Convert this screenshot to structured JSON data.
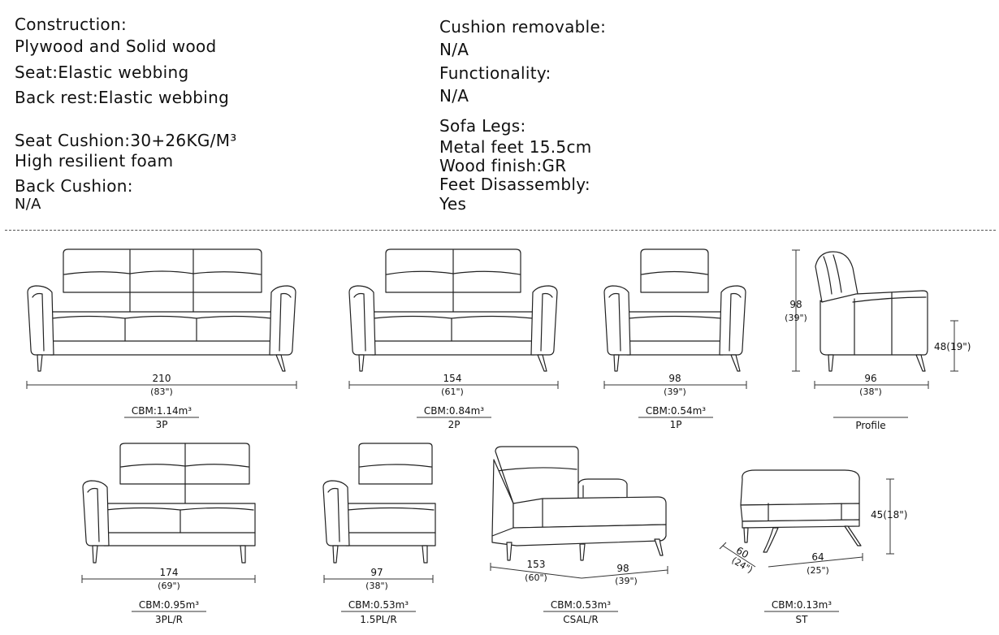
{
  "specs": {
    "construction_label": "Construction:",
    "construction_value": "Plywood and Solid wood",
    "seat": "Seat:Elastic webbing",
    "back_rest": "Back rest:Elastic webbing",
    "seat_cushion": "Seat Cushion:30+26KG/M³",
    "seat_cushion_foam": "High resilient foam",
    "back_cushion_label": "Back Cushion:",
    "back_cushion_value": "N/A",
    "cushion_removable_label": "Cushion removable:",
    "cushion_removable_value": "N/A",
    "functionality_label": "Functionality:",
    "functionality_value": "N/A",
    "sofa_legs_label": "Sofa Legs:",
    "sofa_legs_feet": "Metal feet 15.5cm",
    "wood_finish": "Wood finish:GR",
    "feet_disassembly_label": "Feet Disassembly:",
    "feet_disassembly_value": "Yes"
  },
  "items": {
    "p3": {
      "w": "210",
      "w_in": "(83\")",
      "cbm": "CBM:1.14m³",
      "code": "3P"
    },
    "p2": {
      "w": "154",
      "w_in": "(61\")",
      "cbm": "CBM:0.84m³",
      "code": "2P"
    },
    "p1": {
      "w": "98",
      "w_in": "(39\")",
      "cbm": "CBM:0.54m³",
      "code": "1P"
    },
    "profile": {
      "h": "98",
      "h_in": "(39\")",
      "d": "96",
      "d_in": "(38\")",
      "seat_h": "48(19\")",
      "code": "Profile"
    },
    "pl3": {
      "w": "174",
      "w_in": "(69\")",
      "cbm": "CBM:0.95m³",
      "code": "3PL/R"
    },
    "pl15": {
      "w": "97",
      "w_in": "(38\")",
      "cbm": "CBM:0.53m³",
      "code": "1.5PL/R"
    },
    "csal": {
      "w": "153",
      "w_in": "(60\")",
      "d": "98",
      "d_in": "(39\")",
      "cbm": "CBM:0.53m³",
      "code": "CSAL/R"
    },
    "st": {
      "d": "60",
      "d_in": "(24\")",
      "w": "64",
      "w_in": "(25\")",
      "h": "45(18\")",
      "cbm": "CBM:0.13m³",
      "code": "ST"
    }
  }
}
